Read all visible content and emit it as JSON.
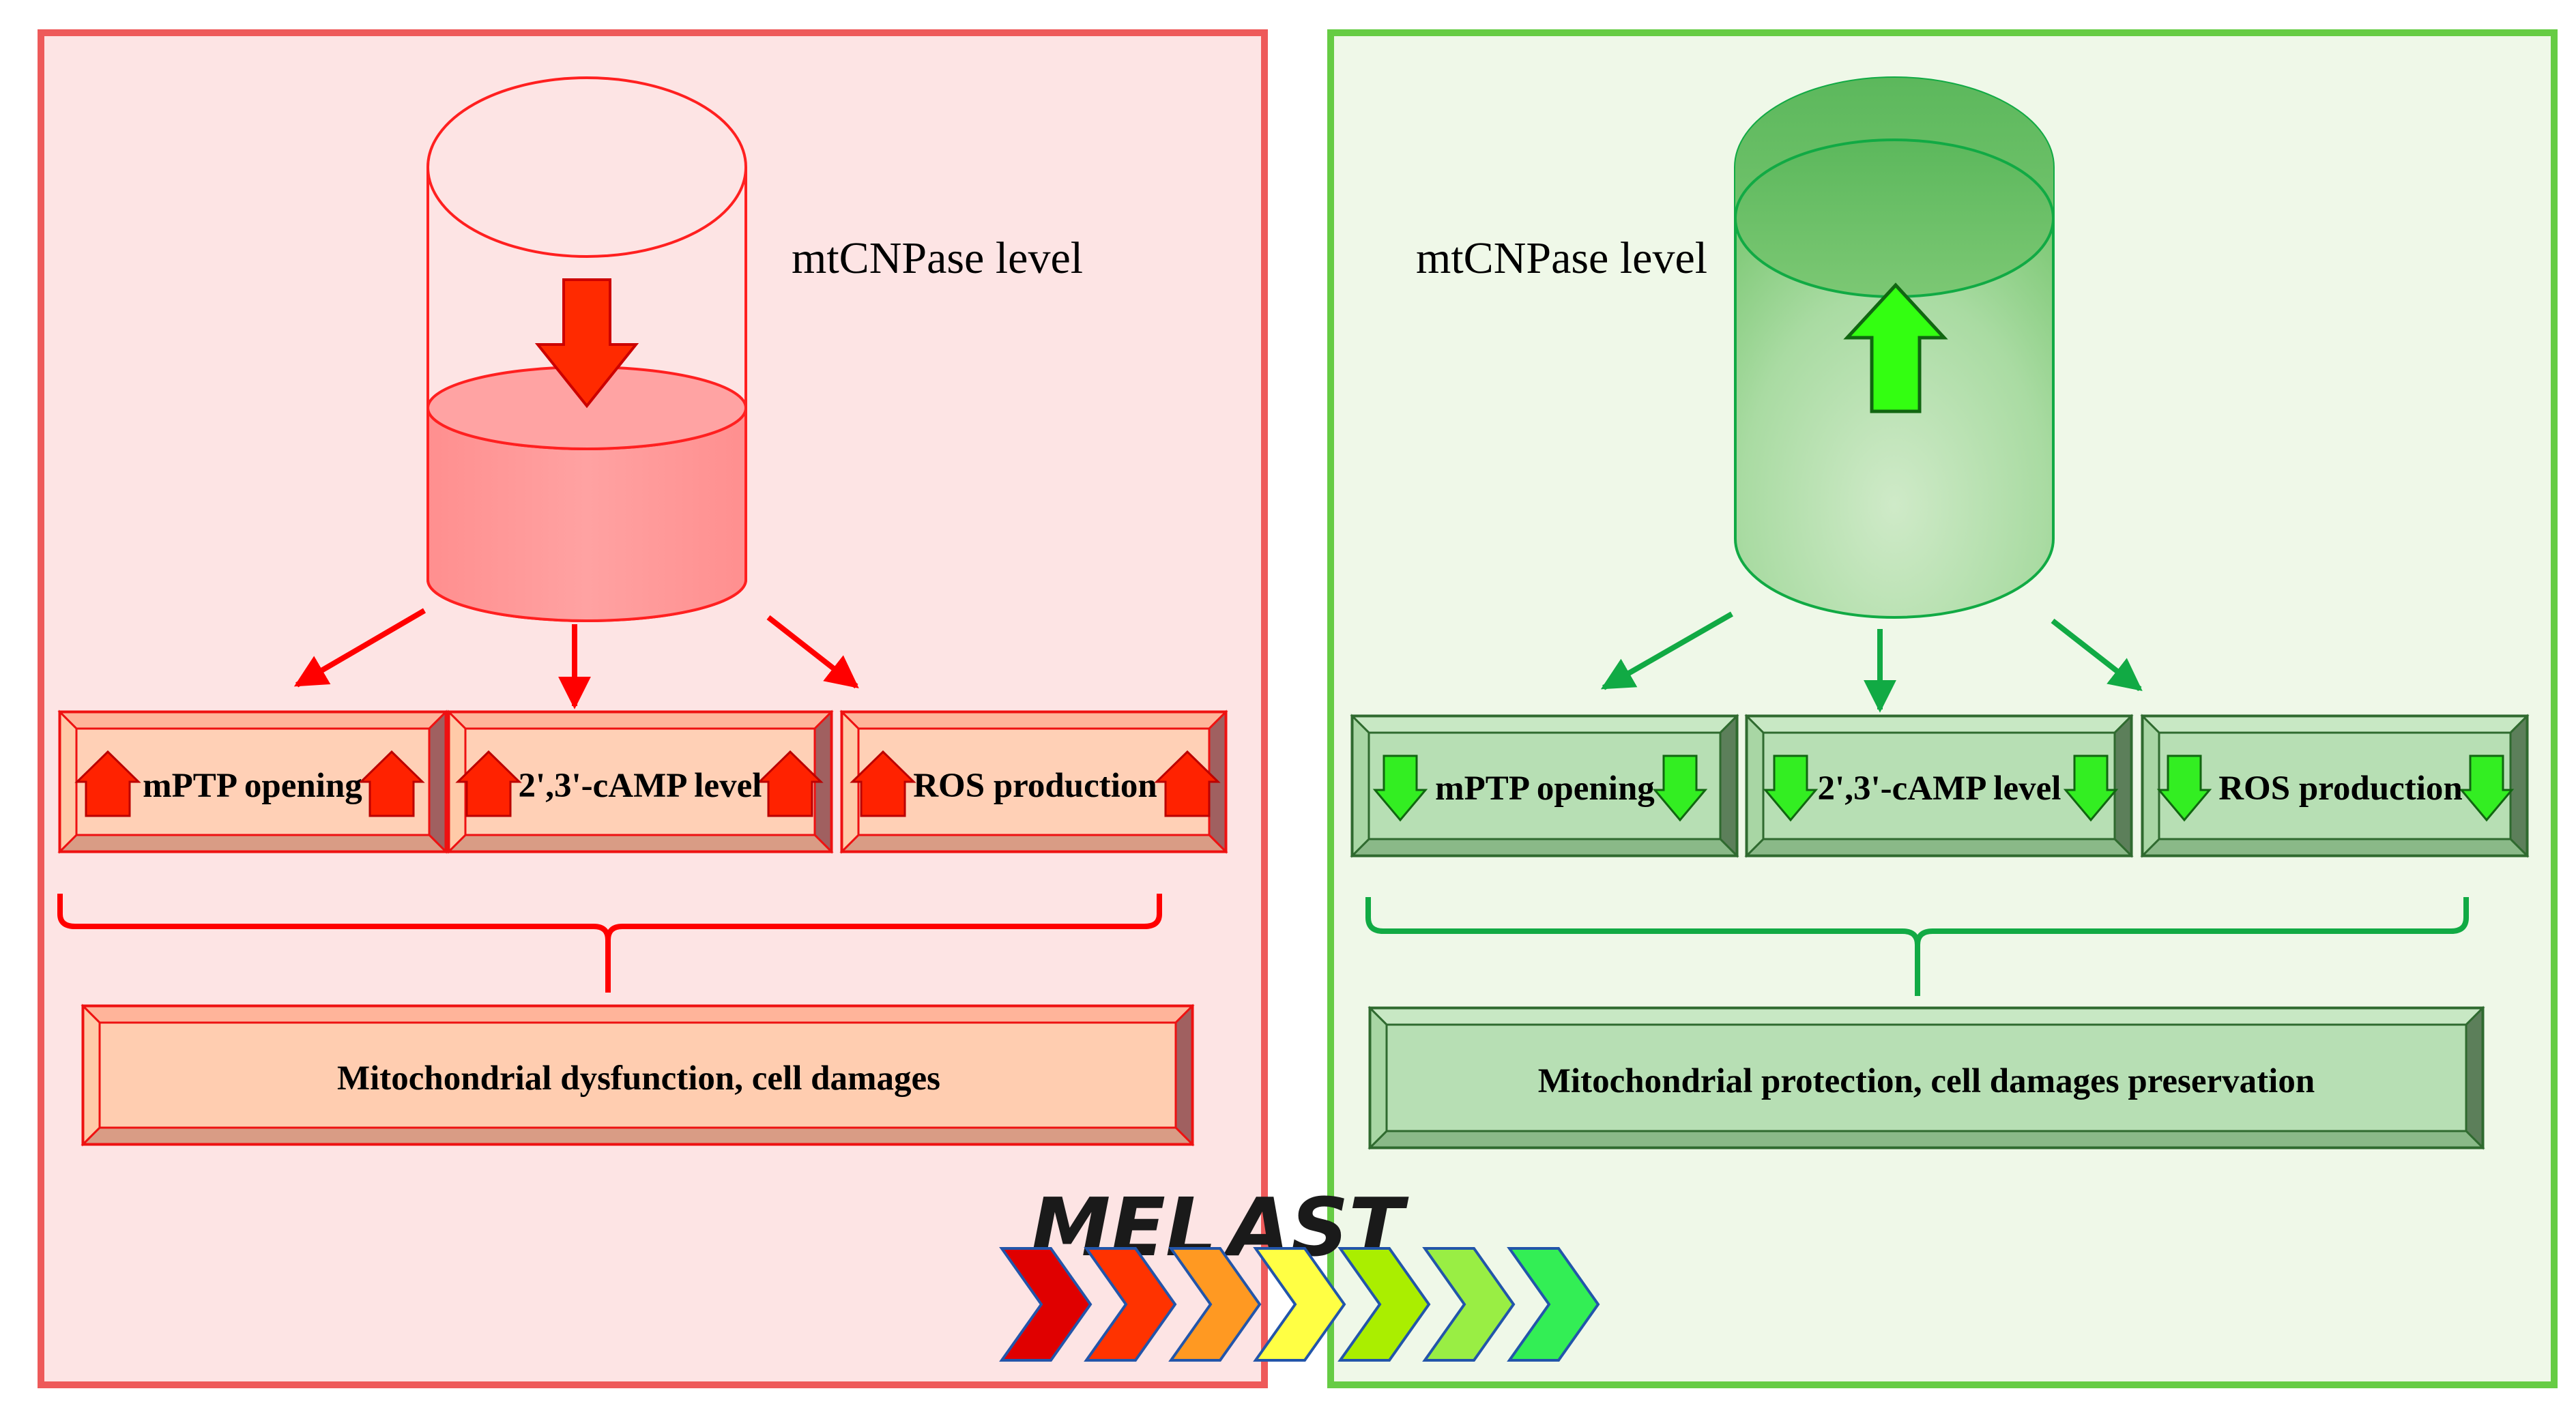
{
  "panels": {
    "left": {
      "cylinder_label": "mtCNPase level",
      "effects": [
        "mPTP opening",
        "2',3'-cAMP level",
        "ROS production"
      ],
      "outcome": "Mitochondrial dysfunction, cell damages",
      "colors": {
        "border": "#ee5a5a",
        "background": "#fde4e4",
        "accent": "#ff0000",
        "box_fill": "#ffcdb0"
      }
    },
    "right": {
      "cylinder_label": "mtCNPase level",
      "effects": [
        "mPTP opening",
        "2',3'-cAMP level",
        "ROS production"
      ],
      "outcome": "Mitochondrial protection, cell damages preservation",
      "colors": {
        "border": "#66cc44",
        "background": "#eff8e8",
        "accent": "#22aa44",
        "box_fill": "#b7dfb4"
      }
    }
  },
  "logo": {
    "text_left": "MEL",
    "text_right": "AST",
    "chevron_colors": [
      "#e00000",
      "#ff3300",
      "#ff9922",
      "#ffff44",
      "#aaee00",
      "#99ee44",
      "#33ee55"
    ]
  }
}
